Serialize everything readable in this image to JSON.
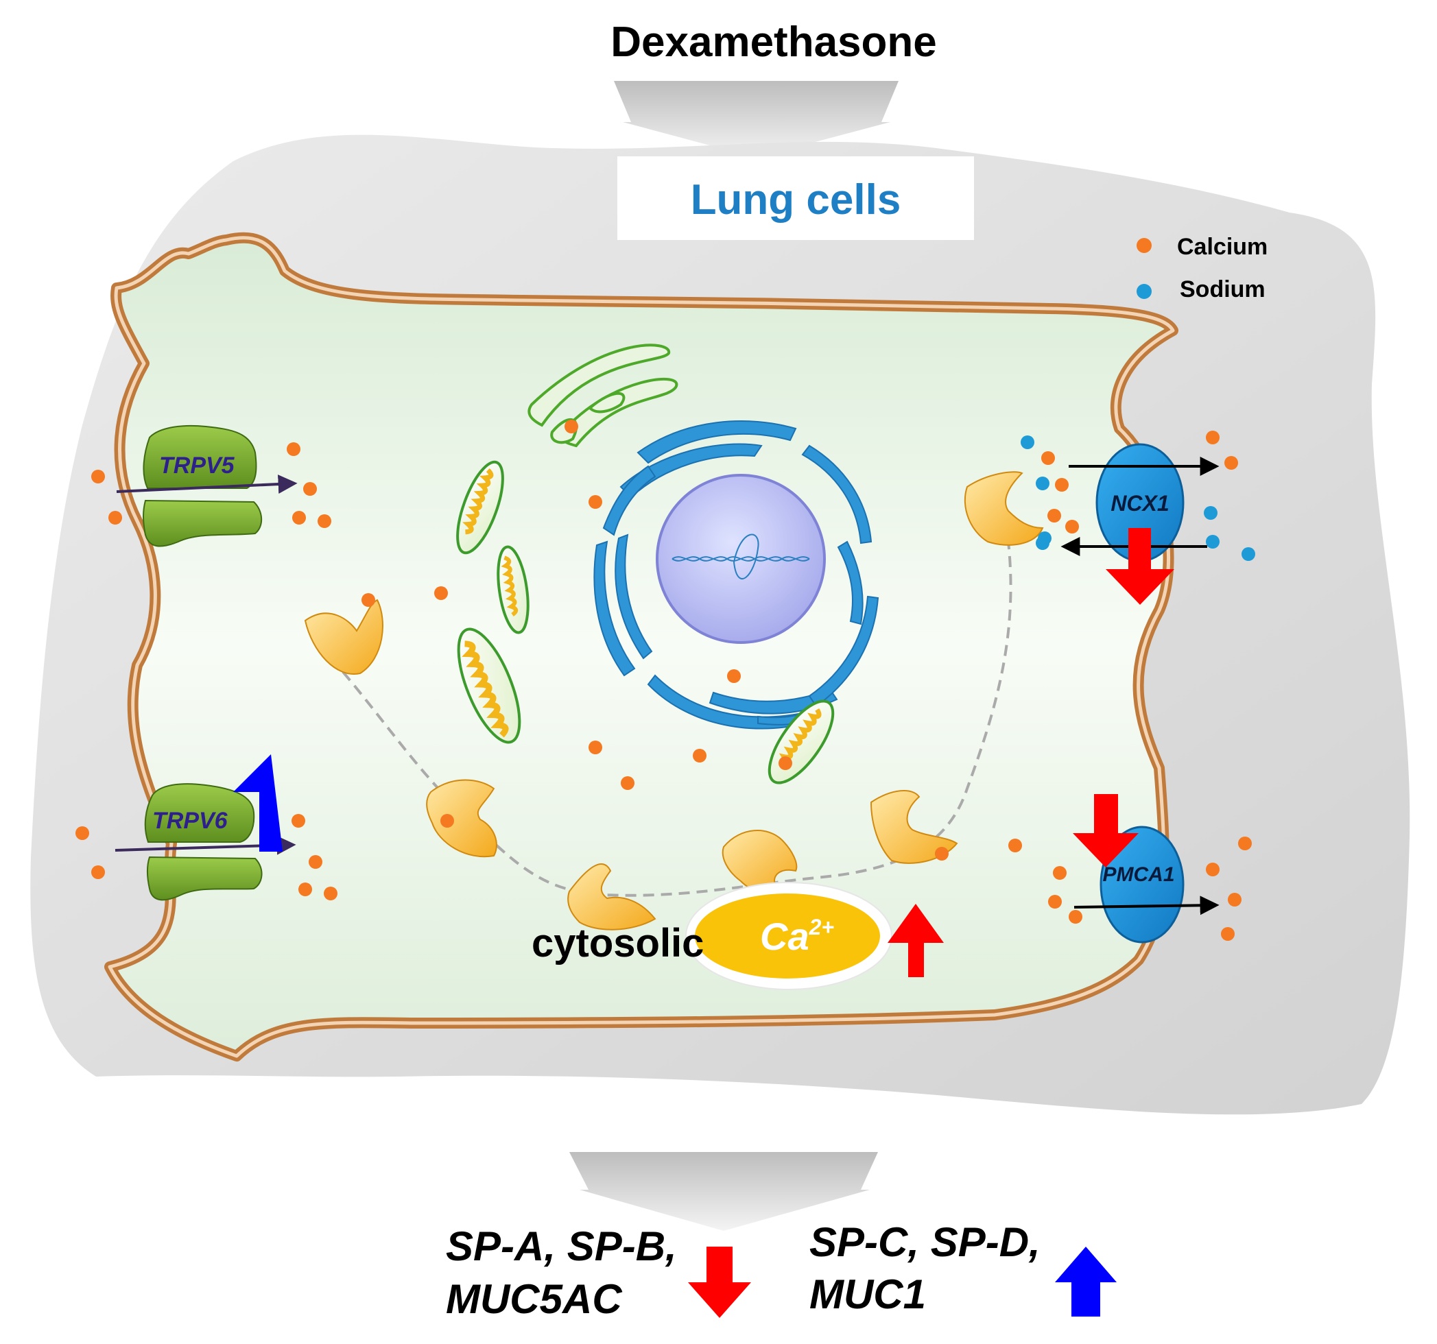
{
  "title": "Dexamethasone",
  "cell_label": "Lung cells",
  "legend": {
    "calcium": {
      "label": "Calcium",
      "color": "#f47920"
    },
    "sodium": {
      "label": "Sodium",
      "color": "#1e9ad6"
    }
  },
  "channels": {
    "trpv5": "TRPV5",
    "trpv6": "TRPV6"
  },
  "pumps": {
    "ncx1": "NCX1",
    "pmca1": "PMCA1"
  },
  "cytosolic": {
    "label": "cytosolic",
    "ion": "Ca",
    "charge": "2+"
  },
  "outcomes": {
    "down": {
      "line1": "SP-A, SP-B,",
      "line2": "MUC5AC",
      "direction": "down",
      "color": "#ff0000"
    },
    "up": {
      "line1": "SP-C, SP-D,",
      "line2": "MUC1",
      "direction": "up",
      "color": "#0000ff"
    }
  },
  "regulation_colors": {
    "up": "#0000ff",
    "down": "#ff0000",
    "cytosolic_up": "#ff0000"
  }
}
